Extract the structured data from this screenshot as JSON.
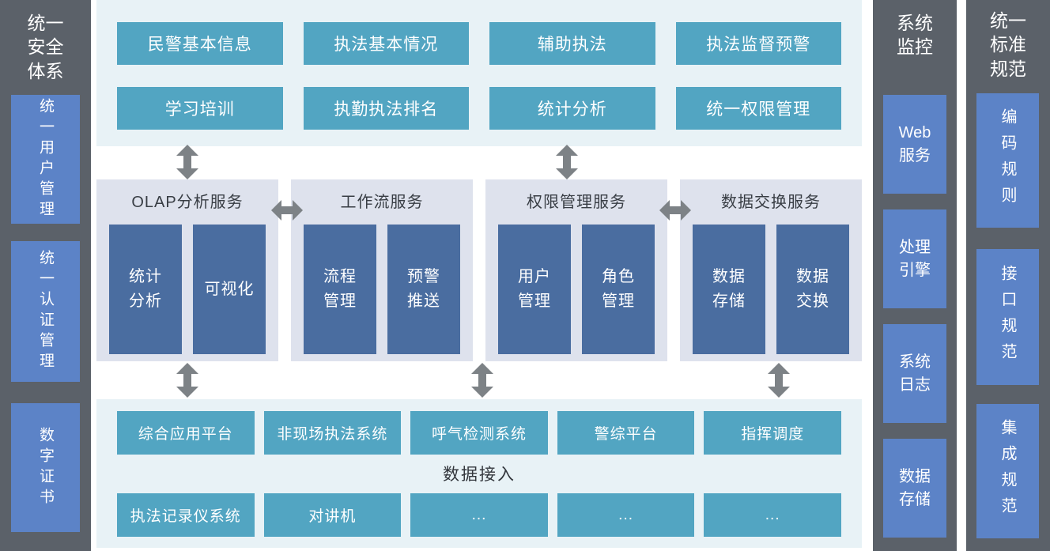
{
  "colors": {
    "sidebar_gray": "#5b6169",
    "sidebar_blue": "#5c83c7",
    "module_teal": "#52a5c2",
    "section_light_bg": "#e8f2f6",
    "group_bg": "#dee2ed",
    "component_dark_blue": "#4a6da0",
    "arrow_gray": "#7d8286",
    "dark_text": "#383d44"
  },
  "left_sidebar": {
    "title": "统一安全体系",
    "items": [
      {
        "label": "统一用户管理"
      },
      {
        "label": "统一认证管理"
      },
      {
        "label": "数字证书"
      }
    ]
  },
  "top_section": {
    "row1": [
      "民警基本信息",
      "执法基本情况",
      "辅助执法",
      "执法监督预警"
    ],
    "row2": [
      "学习培训",
      "执勤执法排名",
      "统计分析",
      "统一权限管理"
    ]
  },
  "middle_section": {
    "groups": [
      {
        "title": "OLAP分析服务",
        "items": [
          {
            "line1": "统计",
            "line2": "分析"
          },
          {
            "line1": "可视化",
            "line2": ""
          }
        ]
      },
      {
        "title": "工作流服务",
        "items": [
          {
            "line1": "流程",
            "line2": "管理"
          },
          {
            "line1": "预警",
            "line2": "推送"
          }
        ]
      },
      {
        "title": "权限管理服务",
        "items": [
          {
            "line1": "用户",
            "line2": "管理"
          },
          {
            "line1": "角色",
            "line2": "管理"
          }
        ]
      },
      {
        "title": "数据交换服务",
        "items": [
          {
            "line1": "数据",
            "line2": "存储"
          },
          {
            "line1": "数据",
            "line2": "交换"
          }
        ]
      }
    ]
  },
  "bottom_section": {
    "row1": [
      "综合应用平台",
      "非现场执法系统",
      "呼气检测系统",
      "警综平台",
      "指挥调度"
    ],
    "label": "数据接入",
    "row2": [
      "执法记录仪系统",
      "对讲机",
      "...",
      "...",
      "..."
    ]
  },
  "monitor_sidebar": {
    "title": "系统监控",
    "items": [
      {
        "line1": "Web",
        "line2": "服务"
      },
      {
        "line1": "处理",
        "line2": "引擎"
      },
      {
        "line1": "系统",
        "line2": "日志"
      },
      {
        "line1": "数据",
        "line2": "存储"
      }
    ]
  },
  "standards_sidebar": {
    "title": "统一标准规范",
    "items": [
      {
        "label": "编码规则"
      },
      {
        "label": "接口规范"
      },
      {
        "label": "集成规范"
      }
    ]
  }
}
